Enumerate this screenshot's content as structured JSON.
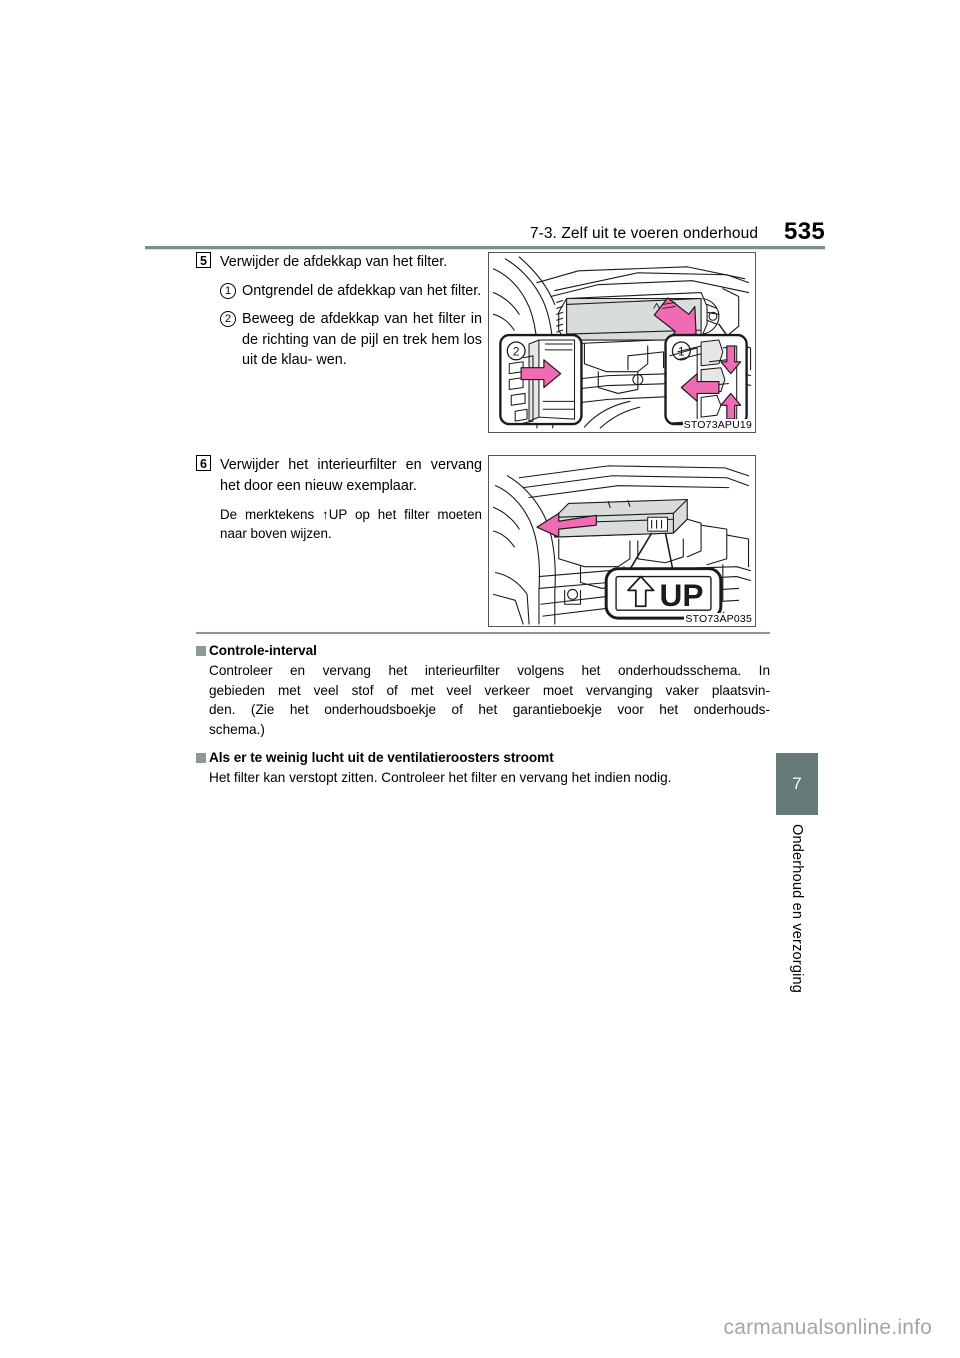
{
  "header": {
    "section_title": "7-3. Zelf uit te voeren onderhoud",
    "page_number": "535"
  },
  "steps": [
    {
      "number": "5",
      "text": "Verwijder de afdekkap van het filter.",
      "line1": "Verwijder  de  afdekkap  van  het",
      "line2": "filter.",
      "substeps": [
        {
          "number": "1",
          "text": "Ontgrendel de afdekkap van het filter.",
          "line1": "Ontgrendel  de  afdekkap  van",
          "line2": "het filter."
        },
        {
          "number": "2",
          "text": "Beweeg de afdekkap van het filter in de richting van de pijl en trek hem los uit de klauwen.",
          "line1": "Beweeg de afdekkap van het",
          "line2": "filter in de richting van de pijl",
          "line3": "en  trek  hem  los  uit  de  klau-",
          "line4": "wen."
        }
      ],
      "figure": {
        "code": "STO73APU19",
        "callouts": [
          "1",
          "2"
        ]
      }
    },
    {
      "number": "6",
      "text": "Verwijder het interieurfilter en vervang het door een nieuw exemplaar.",
      "line1": "Verwijder  het  interieurfilter  en",
      "line2": "vervang  het  door  een  nieuw",
      "line3": "exemplaar.",
      "note": {
        "text": "De merktekens ↑UP op het filter moeten naar boven wijzen.",
        "line1": "De  merktekens  ↑UP  op  het  filter",
        "line2": "moeten naar boven wijzen."
      },
      "figure": {
        "code": "STO73AP035",
        "label": "UP"
      }
    }
  ],
  "notes": [
    {
      "heading": "Controle-interval",
      "body": "Controleer en vervang het interieurfilter volgens het onderhoudsschema. In gebieden met veel stof of met veel verkeer moet vervanging vaker plaatsvinden. (Zie het onderhoudsboekje of het garantieboekje voor het onderhoudsschema.)",
      "lines": [
        "Controleer  en  vervang  het  interieurfilter  volgens  het  onderhoudsschema.  In",
        "gebieden  met  veel  stof  of  met  veel  verkeer  moet  vervanging  vaker  plaatsvin-",
        "den.  (Zie  het  onderhoudsboekje  of  het  garantieboekje  voor  het  onderhouds-",
        "schema.)"
      ]
    },
    {
      "heading": "Als er te weinig lucht uit de ventilatieroosters stroomt",
      "body": "Het filter kan verstopt zitten. Controleer het filter en vervang het indien nodig.",
      "lines": [
        "Het filter kan verstopt zitten. Controleer het filter en vervang het indien nodig."
      ]
    }
  ],
  "sidebar": {
    "chapter_number": "7",
    "chapter_label": "Onderhoud en verzorging"
  },
  "footer": {
    "watermark": "carmanualsonline.info"
  },
  "colors": {
    "rule": "#7b8f8d",
    "bullet": "#8a9a99",
    "tab": "#667b79",
    "arrow": "#f060b0",
    "part_fill": "#d9dcdc"
  }
}
